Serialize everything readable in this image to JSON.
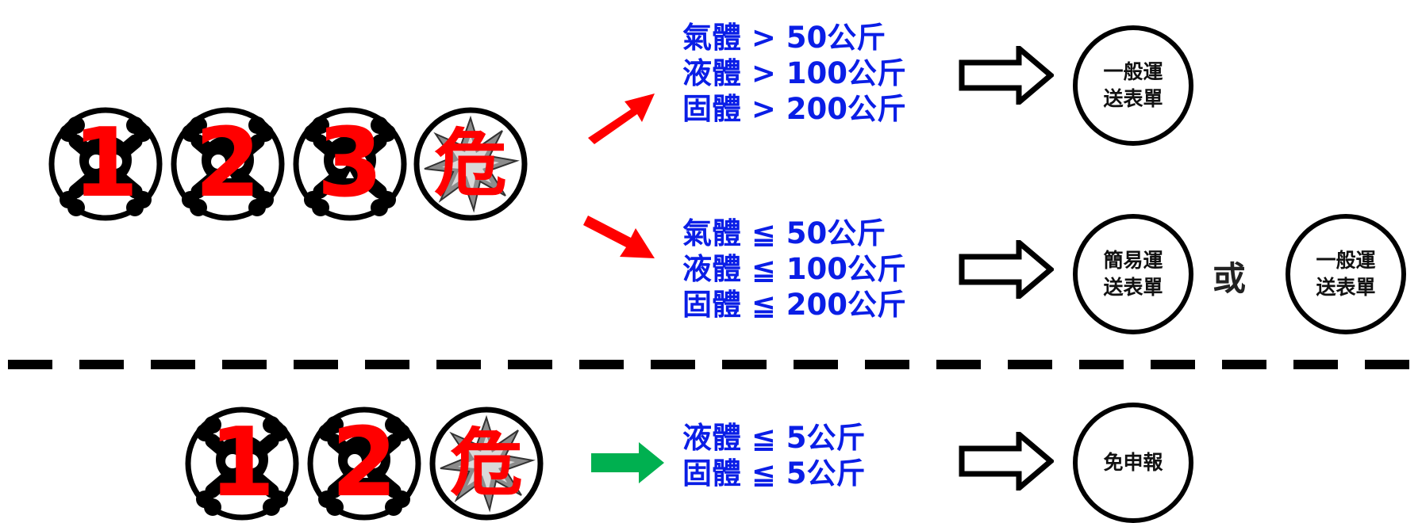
{
  "groups": {
    "top": {
      "badges": [
        "1",
        "2",
        "3",
        "危"
      ],
      "branch_high": {
        "lines": [
          "氣體 > 50公斤",
          "液體 > 100公斤",
          "固體 > 200公斤"
        ],
        "result": {
          "line1": "一般運",
          "line2": "送表單"
        }
      },
      "branch_low": {
        "lines": [
          "氣體 ≦ 50公斤",
          "液體 ≦ 100公斤",
          "固體 ≦ 200公斤"
        ],
        "result_a": {
          "line1": "簡易運",
          "line2": "送表單"
        },
        "or_label": "或",
        "result_b": {
          "line1": "一般運",
          "line2": "送表單"
        }
      }
    },
    "bottom": {
      "badges": [
        "1",
        "2",
        "危"
      ],
      "branch": {
        "lines": [
          "液體 ≦ 5公斤",
          "固體 ≦ 5公斤"
        ],
        "result": {
          "line1": "免申報"
        }
      }
    }
  },
  "colors": {
    "condition_text": "#0a1ee6",
    "badge_number": "#ff0000",
    "arrow_up": "#ff0000",
    "arrow_down": "#ff0000",
    "arrow_green": "#00b050",
    "divider": "#000000"
  },
  "icons": {
    "toxic_badge": "skull-crossbones-icon",
    "hazard_badge": "explosion-icon",
    "flow_arrow": "hollow-right-arrow-icon"
  }
}
